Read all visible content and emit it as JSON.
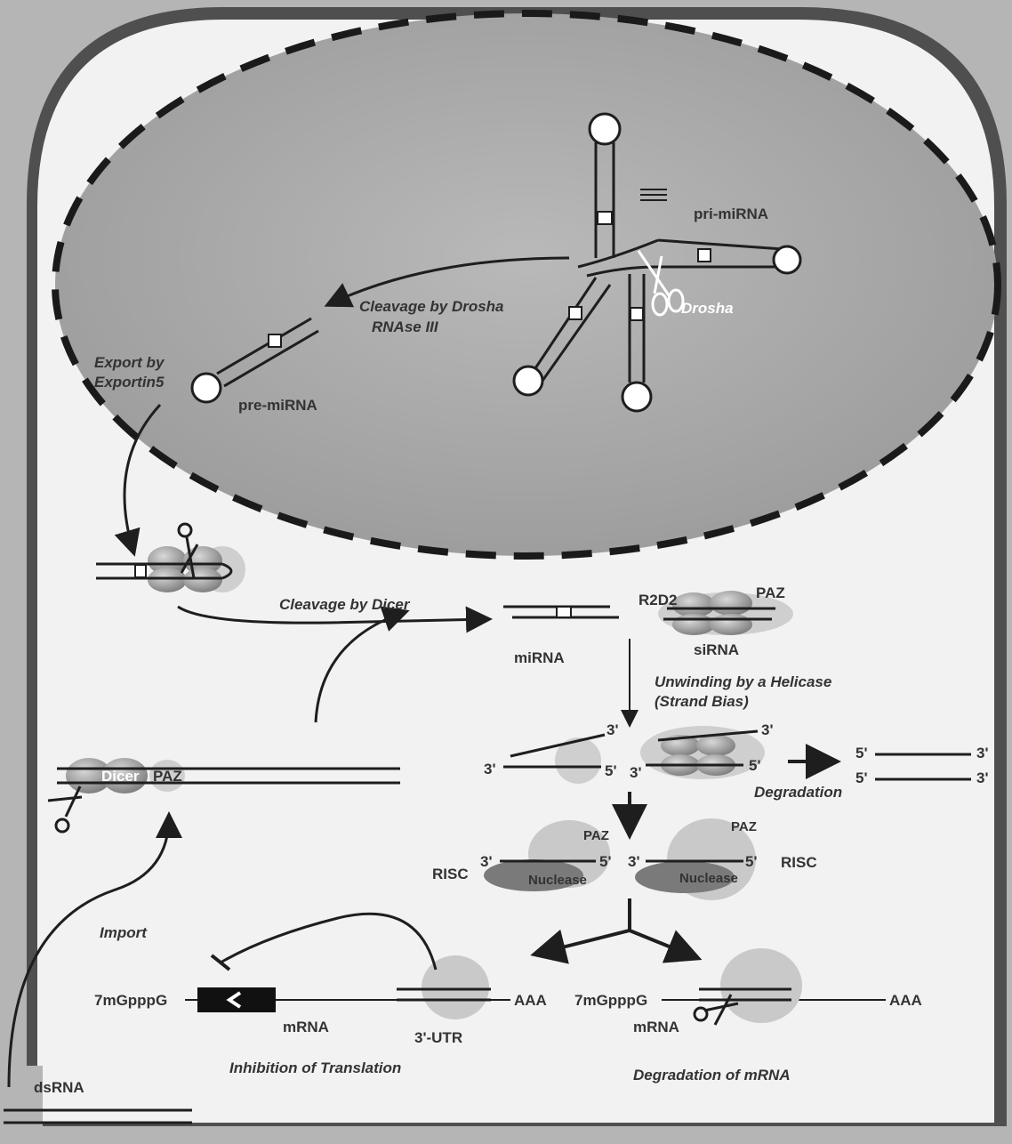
{
  "labels": {
    "pri_mirna": "pri-miRNA",
    "drosha": "Drosha",
    "cleavage_drosha_1": "Cleavage by Drosha",
    "cleavage_drosha_2": "RNAse III",
    "export_1": "Export by",
    "export_2": "Exportin5",
    "pre_mirna": "pre-miRNA",
    "cleavage_dicer": "Cleavage by Dicer",
    "r2d2": "R2D2",
    "paz": "PAZ",
    "mirna": "miRNA",
    "sirna": "siRNA",
    "unwinding_1": "Unwinding by a Helicase",
    "unwinding_2": "(Strand Bias)",
    "three_prime": "3'",
    "five_prime": "5'",
    "degradation": "Degradation",
    "dicer": "Dicer",
    "risc": "RISC",
    "nuclease": "Nuclease",
    "import": "Import",
    "cap": "7mGpppG",
    "polya": "AAA",
    "mrna": "mRNA",
    "utr": "3'-UTR",
    "inhibition": "Inhibition of Translation",
    "degradation_mrna": "Degradation of mRNA",
    "dsrna": "dsRNA"
  },
  "colors": {
    "cell_wall": "#555555",
    "cytoplasm": "#f2f2f2",
    "nucleus": "#a8a8a8",
    "envelope": "#1a1a1a",
    "strand": "#1e1e1e",
    "protein": "#9a9a9a"
  }
}
